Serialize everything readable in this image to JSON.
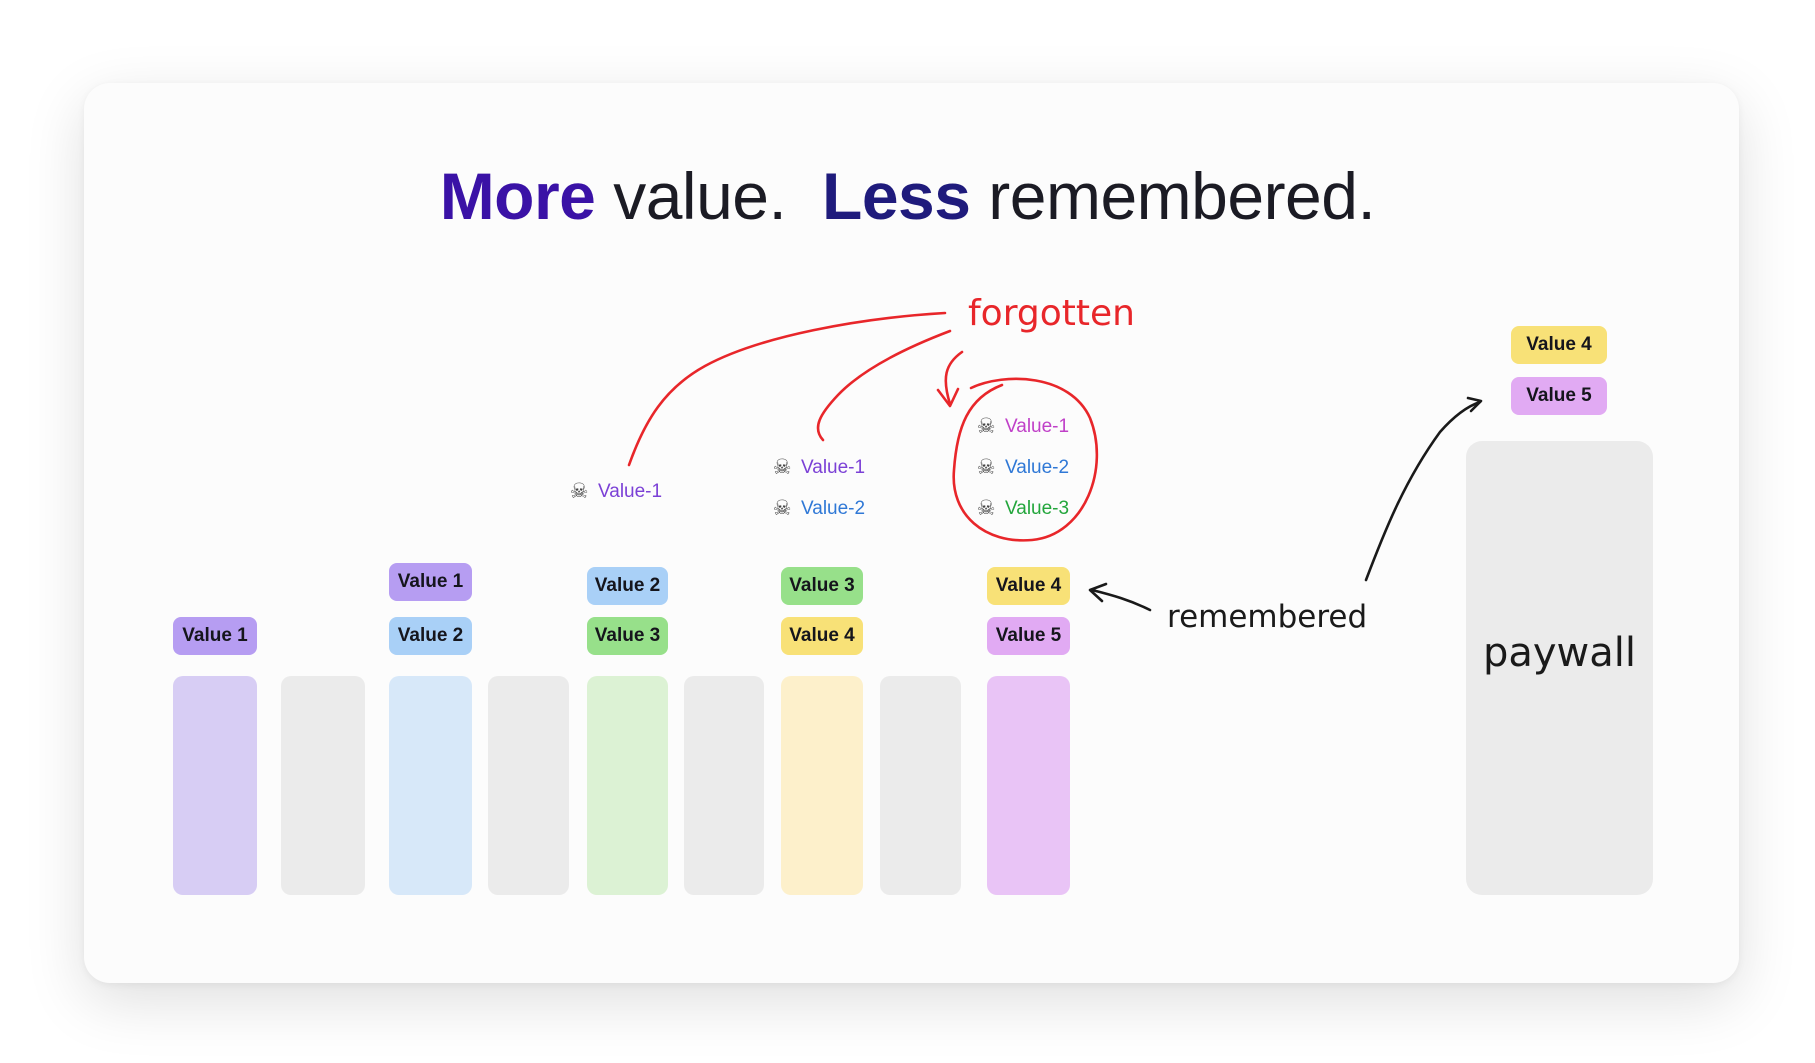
{
  "title": {
    "part1_bold": "More",
    "part1_rest": " value.  ",
    "part2_bold": "Less",
    "part2_rest": " remembered."
  },
  "colors": {
    "title_more": "#3a12a6",
    "title_less": "#1f1b7c",
    "annotation_red": "#e8262a",
    "purple_bar": "#d7cdf4",
    "blue_bar": "#d7e8f9",
    "green_bar": "#dcf2d4",
    "yellow_bar": "#fdf0cb",
    "magenta_bar": "#e9c4f6",
    "gray_bar": "#ebebeb",
    "purple_chip": "#b69df2",
    "blue_chip": "#a9d0f7",
    "green_chip": "#97e08a",
    "yellow_chip": "#f8e177",
    "magenta_chip": "#e1aaf3"
  },
  "chips": {
    "col1": [
      "Value 1"
    ],
    "col3": [
      "Value 1",
      "Value 2"
    ],
    "col5": [
      "Value 2",
      "Value 3"
    ],
    "col7": [
      "Value 3",
      "Value 4"
    ],
    "col9": [
      "Value 4",
      "Value 5"
    ],
    "paywall": [
      "Value 4",
      "Value 5"
    ]
  },
  "forgotten_groups": {
    "group1": [
      {
        "label": "Value-1",
        "color": "#7b40d6"
      }
    ],
    "group2": [
      {
        "label": "Value-1",
        "color": "#7b40d6"
      },
      {
        "label": "Value-2",
        "color": "#2f78d6"
      }
    ],
    "group3": [
      {
        "label": "Value-1",
        "color": "#c040c8"
      },
      {
        "label": "Value-2",
        "color": "#2f78d6"
      },
      {
        "label": "Value-3",
        "color": "#23a63c"
      }
    ]
  },
  "icons": {
    "forgotten_item": "skull-crossbones-icon"
  },
  "annotations": {
    "forgotten": "forgotten",
    "remembered": "remembered",
    "paywall": "paywall"
  }
}
